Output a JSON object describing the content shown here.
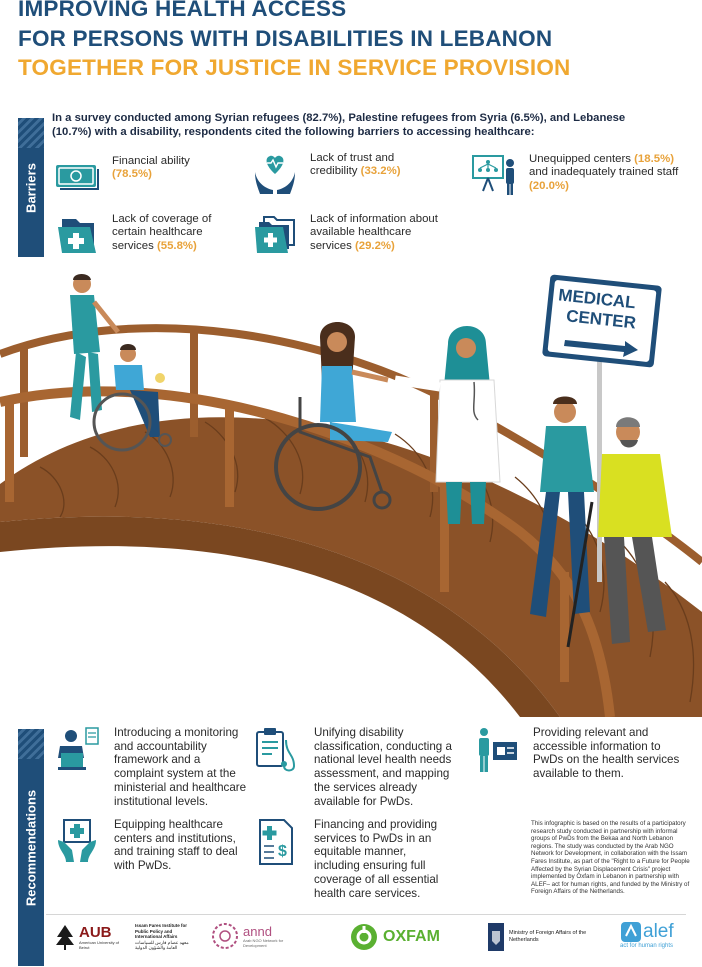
{
  "title": {
    "line1": "IMPROVING HEALTH ACCESS",
    "line2": "FOR PERSONS WITH DISABILITIES IN LEBANON",
    "line3": "TOGETHER FOR JUSTICE IN SERVICE PROVISION"
  },
  "intro": "In a survey conducted among Syrian refugees (82.7%), Palestine refugees from Syria (6.5%), and Lebanese (10.7%) with a disability, respondents cited the following barriers to accessing healthcare:",
  "barriers": {
    "section_label": "Barriers",
    "items": [
      {
        "icon": "money-icon",
        "text": "Financial ability",
        "pct": "(78.5%)"
      },
      {
        "icon": "trust-hands-heart-icon",
        "text": "Lack of trust and credibility",
        "pct": "(33.2%)"
      },
      {
        "icon": "presentation-icon",
        "text": "Unequipped centers",
        "pct": "(18.5%)",
        "text2": "and inadequately trained staff",
        "pct2": "(20.0%)"
      },
      {
        "icon": "medical-folder-icon",
        "text": "Lack of coverage of certain healthcare services",
        "pct": "(55.8%)"
      },
      {
        "icon": "medical-files-icon",
        "text": "Lack of information about available healthcare services",
        "pct": "(29.2%)"
      }
    ]
  },
  "sign": {
    "line1": "MEDICAL",
    "line2": "CENTER"
  },
  "recommendations": {
    "section_label": "Recommendations",
    "items": [
      {
        "icon": "doctor-laptop-icon",
        "text": "Introducing a monitoring and accountability framework and a complaint system at the ministerial and healthcare institutional levels."
      },
      {
        "icon": "clipboard-stethoscope-icon",
        "text": "Unifying disability classification, conducting a national level health needs assessment, and mapping the services already available for PwDs."
      },
      {
        "icon": "person-screen-icon",
        "text": "Providing relevant and accessible information to PwDs on the health services available to them."
      },
      {
        "icon": "medical-training-icon",
        "text": "Equipping healthcare centers and institutions, and training staff to deal with PwDs."
      },
      {
        "icon": "medical-bill-icon",
        "text": "Financing and providing services to PwDs in an equitable manner, including ensuring full coverage of all essential health care services."
      }
    ]
  },
  "note": "This infographic is based on the results of a participatory research study conducted in partnership with informal groups of PwDs from the Bekaa and North Lebanon regions. The study was conducted by the Arab NGO Network for Development, in collaboration with the Issam Fares Institute, as part of the \"Right to a Future for People Affected by the Syrian Displacement Crisis\" project implemented by Oxfam in Lebanon in partnership with ALEF– act for human rights, and funded by the Ministry of Foreign Affairs of the Netherlands.",
  "logos": {
    "aub": "AUB",
    "aub_sub": "American University of Beirut",
    "ifi": "Issam Fares Institute for Public Policy and International Affairs",
    "ifi_ar": "معهد عصام فارس للسياسات العامة والشؤون الدولية",
    "annd": "annd",
    "annd_sub": "Arab NGO Network for Development",
    "oxfam": "OXFAM",
    "netherlands": "Ministry of Foreign Affairs of the Netherlands",
    "alef": "alef",
    "alef_sub": "act for human rights"
  },
  "colors": {
    "navy": "#1f4e79",
    "orange": "#f0a830",
    "teal": "#2a9aa0",
    "wood": "#8b5228"
  }
}
